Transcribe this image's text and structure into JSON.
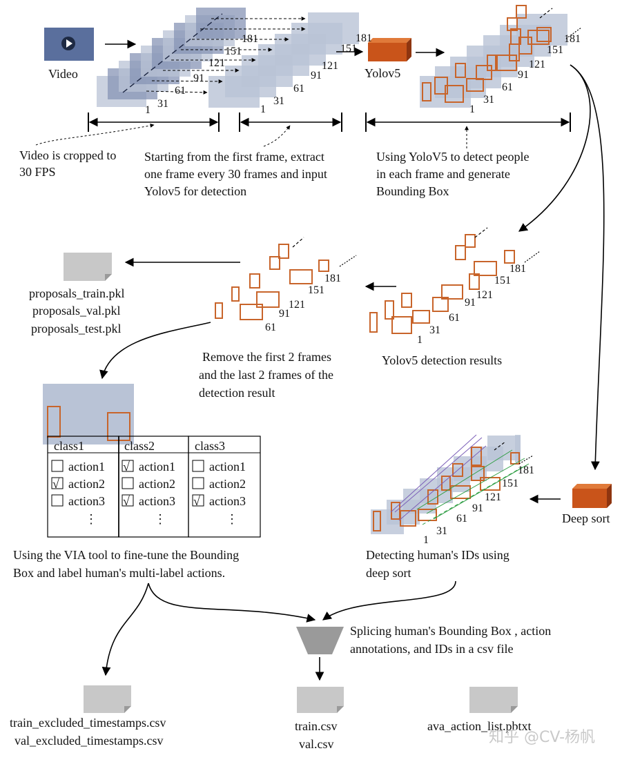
{
  "colors": {
    "frame_fill": "#b9c3d6",
    "frame_dark": "#8794b6",
    "box_stroke": "#c8642a",
    "model_box": "#c9541a",
    "video_icon": "#5a6f9d",
    "id_purple": "#7b5fb8",
    "id_green": "#2f9e44",
    "file_icon": "#c8c8c8",
    "funnel": "#9a9a9a"
  },
  "icons": {
    "video": "video-play-icon",
    "yolo": "orange-box-icon",
    "deepsort": "orange-box-icon",
    "files": "document-icon",
    "merge": "funnel-icon"
  },
  "top_row": {
    "video_label": "Video",
    "yolo_label": "Yolov5",
    "stack1_numbers": [
      "1",
      "31",
      "61",
      "91",
      "121",
      "151",
      "181"
    ],
    "stack2_numbers": [
      "1",
      "31",
      "61",
      "91",
      "121",
      "151",
      "181"
    ],
    "stack3_numbers": [
      "1",
      "31",
      "61",
      "91",
      "121",
      "151",
      "181"
    ],
    "caption_crop": [
      "Video is cropped to",
      "30 FPS"
    ],
    "caption_extract": [
      "Starting from the first frame, extract",
      "one frame every 30 frames and input",
      "Yolov5 for detection"
    ],
    "caption_detect": [
      "Using YoloV5 to detect people",
      "in each frame and generate",
      "Bounding Box"
    ]
  },
  "middle_row": {
    "proposal_files": [
      "proposals_train.pkl",
      "proposals_val.pkl",
      "proposals_test.pkl"
    ],
    "removed_numbers": [
      "61",
      "91",
      "121",
      "151",
      "181"
    ],
    "removed_caption": [
      "Remove the first 2 frames",
      "and the last 2 frames of the",
      "detection result"
    ],
    "detection_numbers": [
      "1",
      "31",
      "61",
      "91",
      "121",
      "151",
      "181"
    ],
    "detection_caption": "Yolov5 detection results"
  },
  "via": {
    "headers": [
      "class1",
      "class2",
      "class3"
    ],
    "rows": [
      [
        {
          "mark": "",
          "label": "action1"
        },
        {
          "mark": "√",
          "label": "action1"
        },
        {
          "mark": "",
          "label": "action1"
        }
      ],
      [
        {
          "mark": "√",
          "label": "action2"
        },
        {
          "mark": "",
          "label": "action2"
        },
        {
          "mark": "",
          "label": "action2"
        }
      ],
      [
        {
          "mark": "",
          "label": "action3"
        },
        {
          "mark": "√",
          "label": "action3"
        },
        {
          "mark": "√",
          "label": "action3"
        }
      ]
    ],
    "ellipsis": "⋮",
    "caption": [
      "Using the VIA tool to fine-tune the Bounding",
      "Box and label human's multi-label actions."
    ]
  },
  "deepsort": {
    "label": "Deep sort",
    "numbers": [
      "1",
      "31",
      "61",
      "91",
      "121",
      "151",
      "181"
    ],
    "caption": [
      "Detecting human's IDs using",
      "deep sort"
    ]
  },
  "bottom": {
    "splice_caption": [
      "Splicing human's Bounding Box , action",
      "annotations, and IDs in a csv file"
    ],
    "excluded_files": [
      "train_excluded_timestamps.csv",
      "val_excluded_timestamps.csv"
    ],
    "csv_files": [
      "train.csv",
      "val.csv"
    ],
    "pbtxt_file": "ava_action_list.pbtxt",
    "watermark": "知乎 @CV-杨帆"
  }
}
